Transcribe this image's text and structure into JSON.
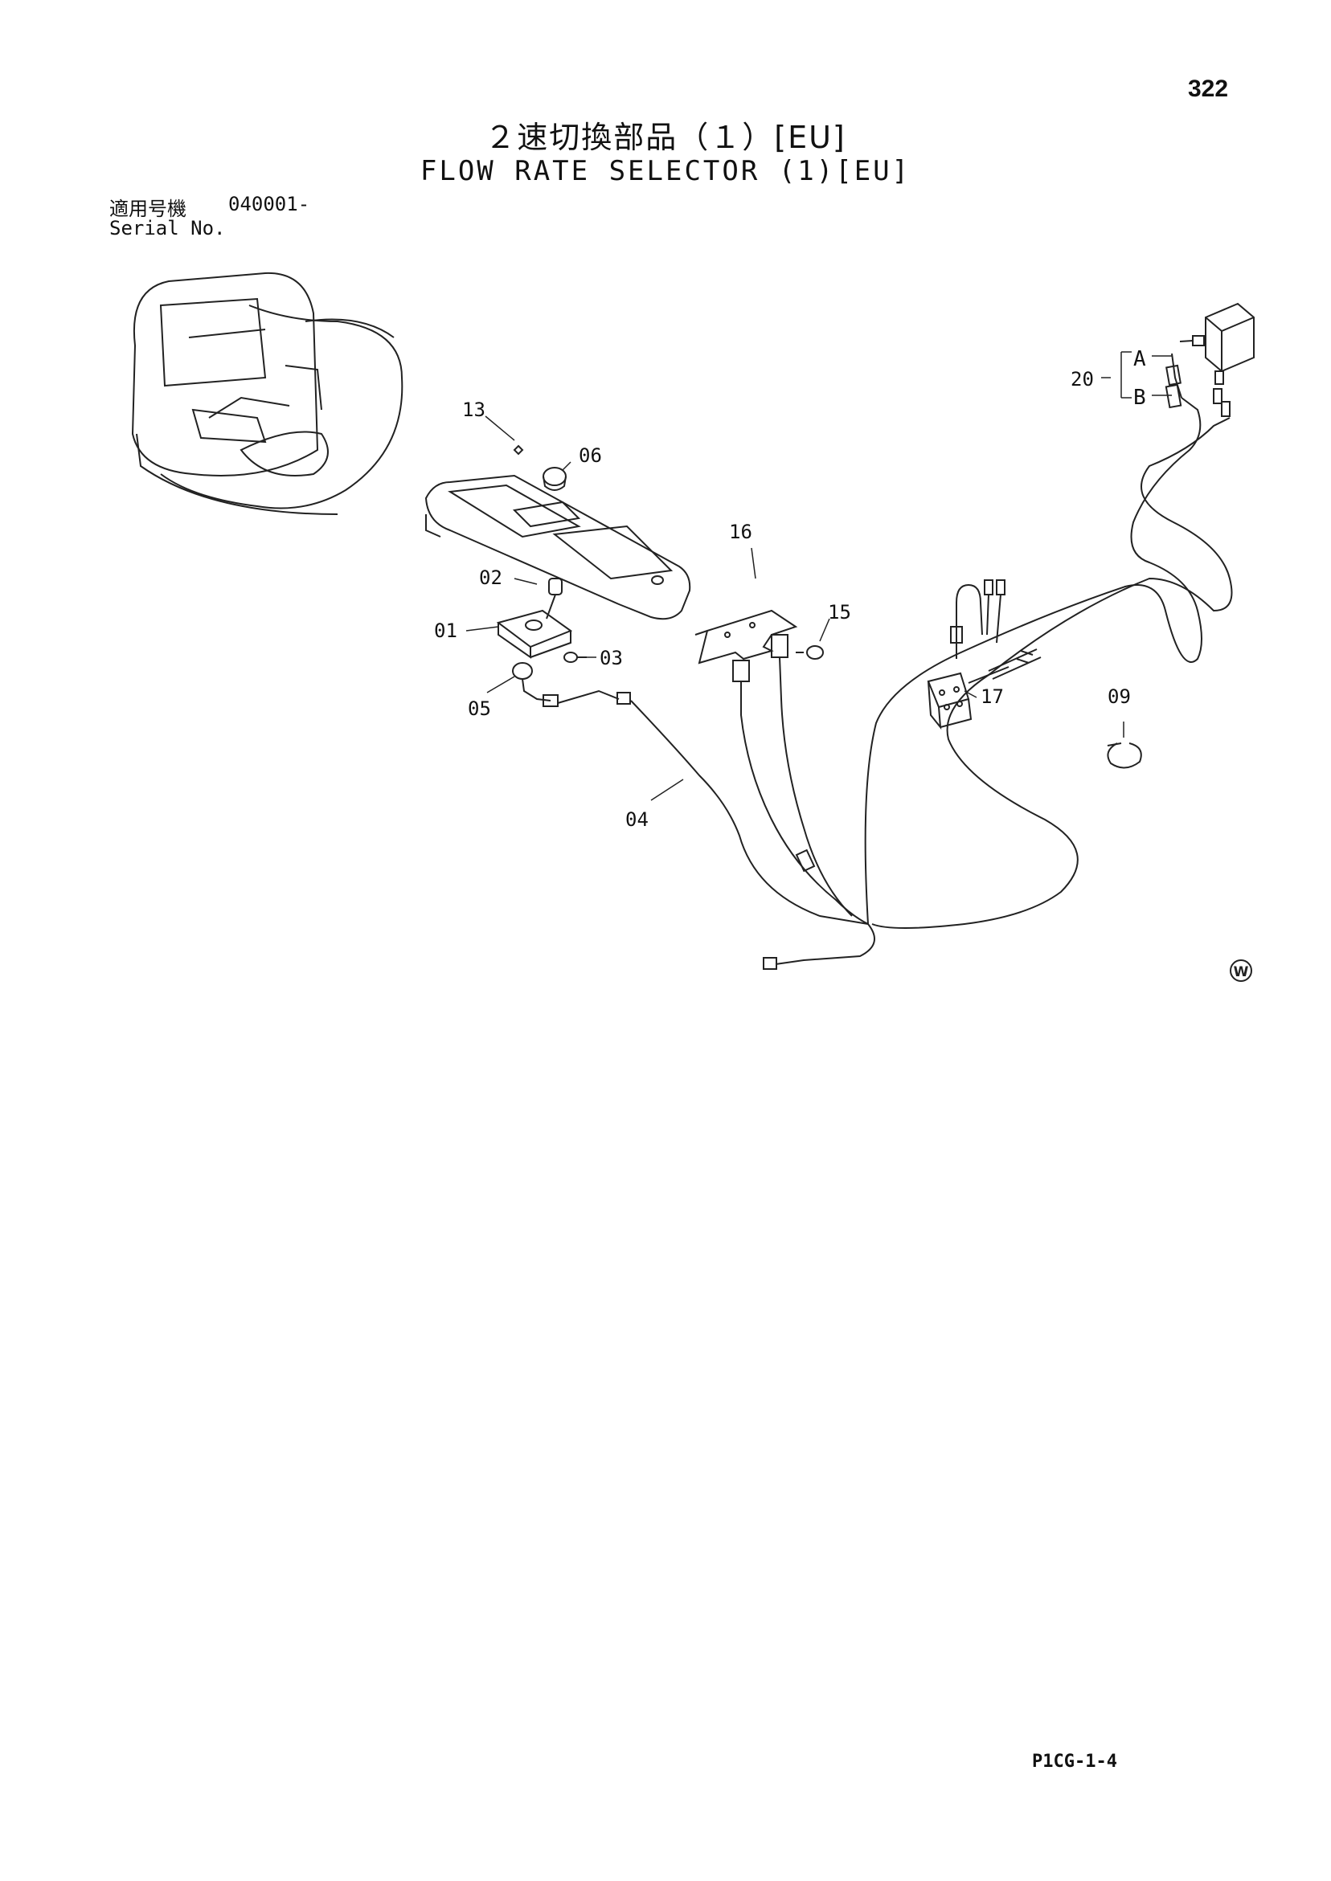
{
  "header": {
    "page_number": "322",
    "title_jp": "２速切換部品（１）[EU]",
    "title_en": "FLOW RATE SELECTOR (1)[EU]"
  },
  "serial": {
    "label_jp": "適用号機",
    "code": "040001-",
    "label_en": "Serial No."
  },
  "callouts": {
    "c13": "13",
    "c06": "06",
    "c16": "16",
    "c02": "02",
    "c15": "15",
    "c01": "01",
    "c03": "03",
    "c05": "05",
    "c17": "17",
    "c09": "09",
    "c04": "04",
    "c20": "20",
    "cA": "A",
    "cB": "B"
  },
  "mark": "W",
  "footer": {
    "doc_code": "P1CG-1-4"
  }
}
